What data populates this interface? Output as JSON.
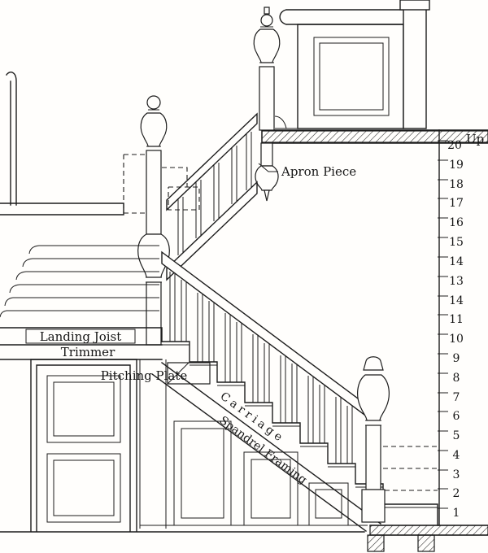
{
  "figure": {
    "labels": {
      "apron_piece": "Apron Piece",
      "landing_joist": "Landing Joist",
      "trimmer": "Trimmer",
      "pitching_plate": "Pitching Plate",
      "carriage": "Carriage",
      "spandrel_framing": "Spandrel Framing",
      "up": "Up"
    },
    "riser_numbers": [
      "20",
      "19",
      "18",
      "17",
      "16",
      "15",
      "14",
      "13",
      "14",
      "11",
      "10",
      "9",
      "8",
      "7",
      "6",
      "5",
      "4",
      "3",
      "2",
      "1"
    ],
    "colors": {
      "ink": "#1c1c1c",
      "paper": "#fffefc"
    }
  }
}
